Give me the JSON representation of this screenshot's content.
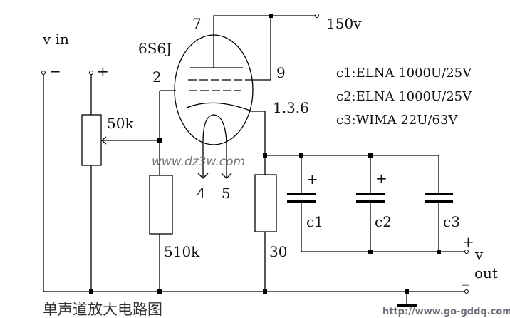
{
  "labels": {
    "vin": "v in",
    "tube": "6S6J",
    "pin_plate": "7",
    "pin_grid": "2",
    "pin_screen": "9",
    "pin_cathode": "1.3.6",
    "pin_heater_a": "4",
    "pin_heater_b": "5",
    "supply": "150v",
    "pot": "50k",
    "grid_resistor": "510k",
    "cathode_resistor": "30",
    "c1": "c1",
    "c2": "c2",
    "c3": "c3",
    "plus": "+",
    "minus": "−",
    "vout_v": "v",
    "vout_out": "out",
    "vout_minus": "_"
  },
  "parts_list": [
    "c1:ELNA 1000U/25V",
    "c2:ELNA 1000U/25V",
    "c3:WIMA 22U/63V"
  ],
  "title": "单声道放大电路图",
  "watermarks": {
    "center": "www.dz3w.com",
    "corner": "http://www.go-gddq.com"
  }
}
